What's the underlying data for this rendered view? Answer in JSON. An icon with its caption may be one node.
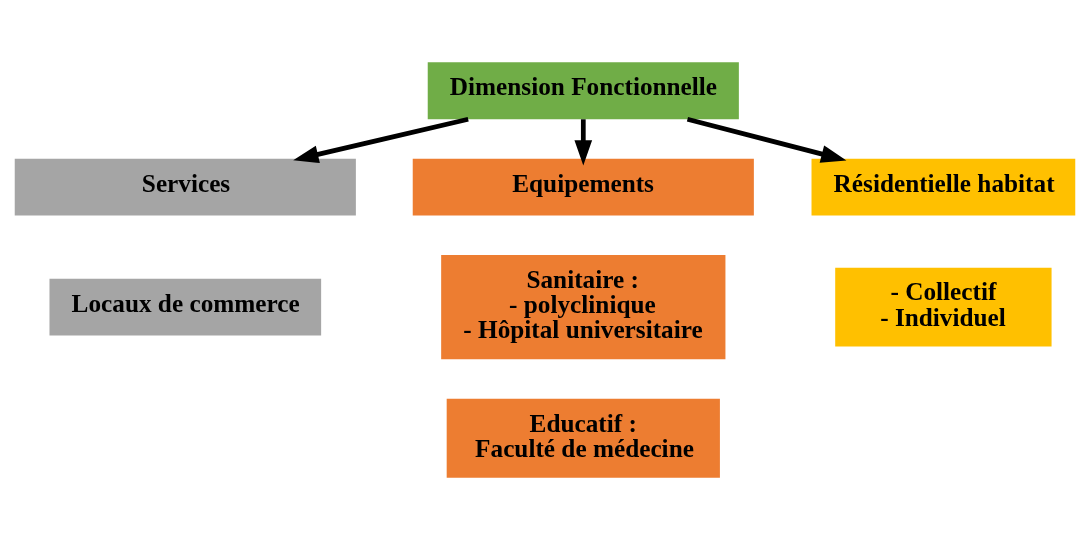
{
  "diagram": {
    "nodes": [
      {
        "text": [
          "Dimension Fonctionnelle"
        ]
      },
      {
        "text": [
          "Services"
        ]
      },
      {
        "text": [
          "Equipements"
        ]
      },
      {
        "text": [
          "Résidentielle habitat"
        ]
      },
      {
        "text": [
          "Locaux de commerce"
        ]
      },
      {
        "text": [
          "Sanitaire :",
          "- polyclinique",
          "- Hôpital universitaire"
        ]
      },
      {
        "text": [
          "Educatif :",
          "Faculté de médecine"
        ]
      },
      {
        "text": [
          "- Collectif",
          "- Individuel"
        ]
      }
    ],
    "edges": [
      {
        "from": 0,
        "to": 1,
        "arrow": "to"
      },
      {
        "from": 0,
        "to": 2,
        "arrow": "to"
      },
      {
        "from": 0,
        "to": 3,
        "arrow": "to"
      }
    ]
  }
}
